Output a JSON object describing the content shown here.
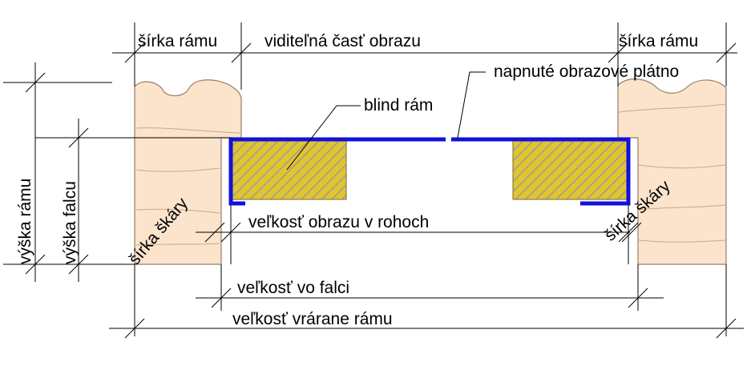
{
  "title": "Cross-section of a framed stretched canvas",
  "colors": {
    "frame_fill": "#fbe3cc",
    "frame_stroke": "#9a7d66",
    "blind_fill": "#e1c42e",
    "blind_stroke": "#7a6a2a",
    "canvas": "#1111dd",
    "line": "#000000"
  },
  "labels": {
    "frame_width_left": "šírka rámu",
    "visible_part": "viditeľná časť obrazu",
    "frame_width_right": "šírka rámu",
    "stretched_canvas": "napnuté obrazové plátno",
    "stretcher_frame": "blind rám",
    "frame_height": "výška rámu",
    "rebate_height": "výška falcu",
    "gap_width_left": "šírka škáry",
    "gap_width_right": "šírka škáry",
    "image_size_corners": "veľkosť obrazu v rohoch",
    "rebate_size": "veľkosť vo falci",
    "frame_inner_size": "veľkosť vrárane rámu"
  }
}
